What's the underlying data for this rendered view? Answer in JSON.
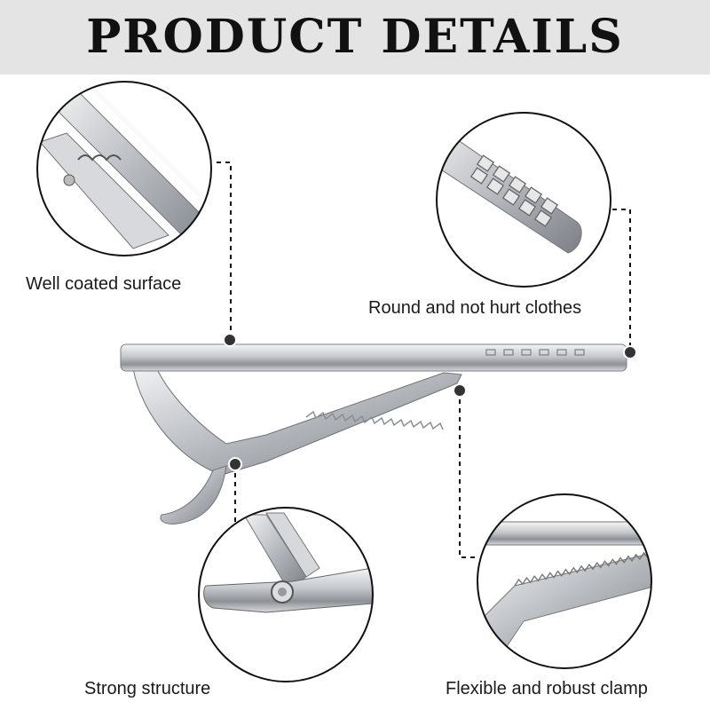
{
  "header": {
    "title": "PRODUCT DETAILS"
  },
  "features": [
    {
      "label": "Well coated surface"
    },
    {
      "label": "Round and not hurt clothes"
    },
    {
      "label": "Strong structure"
    },
    {
      "label": "Flexible and robust clamp"
    }
  ],
  "colors": {
    "banner_bg": "#e4e4e4",
    "metal": "#c9ccd0",
    "outline": "#111111"
  },
  "icons": [
    "tie-clip-product-image",
    "detail-circle-surface",
    "detail-circle-end-grid",
    "detail-circle-hinge",
    "detail-circle-clamp-teeth"
  ]
}
